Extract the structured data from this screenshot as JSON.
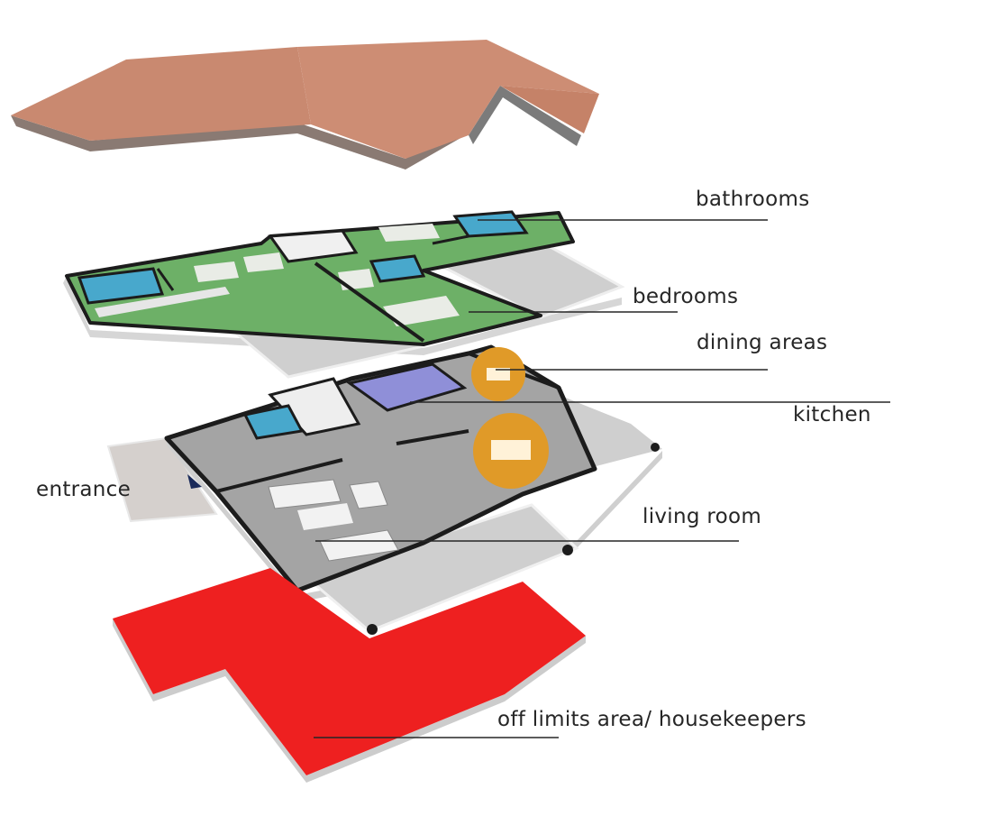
{
  "labels": {
    "bathrooms": "bathrooms",
    "bedrooms": "bedrooms",
    "dining": "dining areas",
    "kitchen": "kitchen",
    "entrance": "entrance",
    "living": "living room",
    "offlimits": "off limits area/ housekeepers"
  },
  "colors": {
    "roof_top": "#c98970",
    "roof_side": "#8a8a8a",
    "bedroom": "#6db067",
    "bathroom": "#48a8cc",
    "kitchen": "#8f8fd8",
    "dining": "#e09a28",
    "floor": "#a4a4a4",
    "terrace": "#d0d0d0",
    "offlimits": "#ee2020",
    "wall": "#1c1c1c",
    "text": "#262626"
  }
}
